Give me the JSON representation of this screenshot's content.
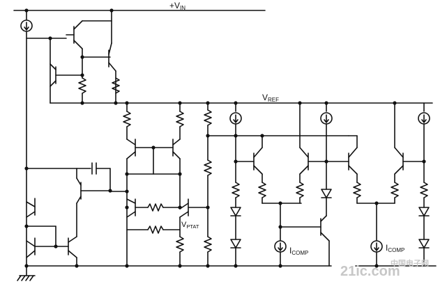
{
  "labels": {
    "vin_main": "+V",
    "vin_sub": "IN",
    "vref_main": "V",
    "vref_sub": "REF",
    "vptat_main": "V",
    "vptat_sub": "PTAT",
    "icomp1_main": "I",
    "icomp1_sub": "COMP",
    "icomp2_main": "I",
    "icomp2_sub": "COMP"
  },
  "watermark": {
    "text": "21ic.com",
    "cn_text": "中国电子网"
  },
  "colors": {
    "ink": "#111111",
    "paper": "#ffffff",
    "watermark": "#c7c7c7"
  }
}
